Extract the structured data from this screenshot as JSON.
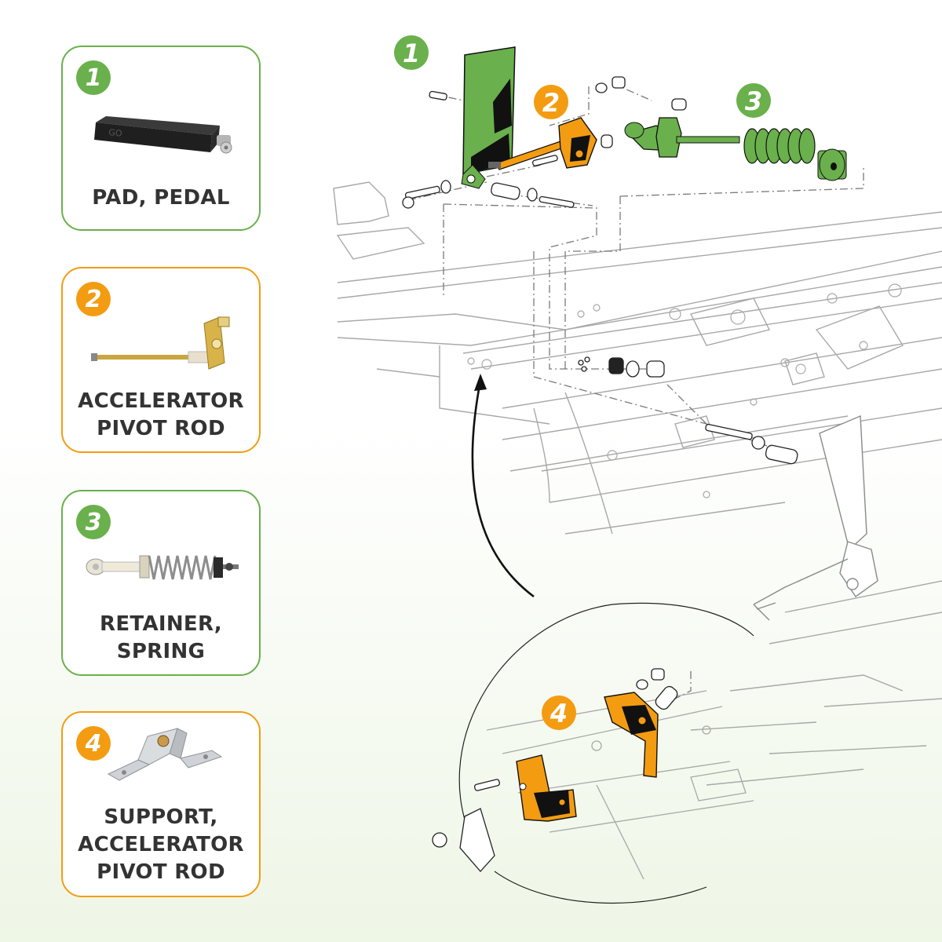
{
  "parts": [
    {
      "number": "1",
      "label_lines": [
        "PAD, PEDAL"
      ],
      "color": "#6ab04c"
    },
    {
      "number": "2",
      "label_lines": [
        "ACCELERATOR",
        "PIVOT ROD"
      ],
      "color": "#f39c12"
    },
    {
      "number": "3",
      "label_lines": [
        "RETAINER,",
        "SPRING"
      ],
      "color": "#6ab04c"
    },
    {
      "number": "4",
      "label_lines": [
        "SUPPORT,",
        "ACCELERATOR",
        "PIVOT ROD"
      ],
      "color": "#f39c12"
    }
  ],
  "diagram_callouts": [
    "1",
    "2",
    "3",
    "4"
  ],
  "pedal_pad_logo": "GO",
  "colors": {
    "green": "#6ab04c",
    "orange": "#f39c12",
    "line": "#8a8a8a"
  }
}
